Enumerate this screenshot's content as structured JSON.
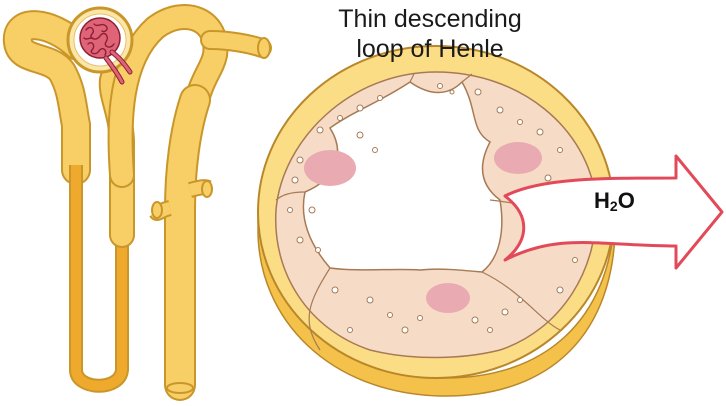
{
  "title_line1": "Thin descending",
  "title_line2": "loop of Henle",
  "arrow_label": {
    "main": "H",
    "sub": "2",
    "tail": "O"
  },
  "colors": {
    "tubule_fill": "#f7cf66",
    "tubule_stroke": "#c9962a",
    "tubule_dark": "#efa92d",
    "glomerulus": "#e06478",
    "glomerulus_stroke": "#8c1f33",
    "cell_fill": "#f6dcc7",
    "nucleus": "#e9aab1",
    "arrow_stroke": "#e24a5a",
    "arrow_fill": "#ffffff"
  }
}
